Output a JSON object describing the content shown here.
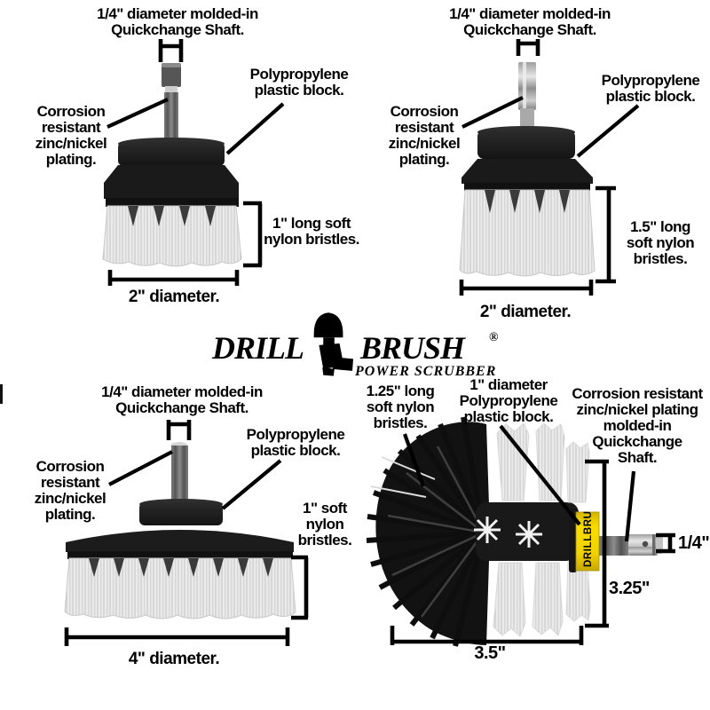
{
  "logo": {
    "word1": "DRILL",
    "word2": "BRUSH",
    "registered": "®",
    "tagline": "POWER SCRUBBER"
  },
  "icons": {
    "logo_drill": "drill-icon"
  },
  "brush1": {
    "label_shaft": "1/4\" diameter molded-in\nQuickchange Shaft.",
    "label_plating": "Corrosion\nresistant\nzinc/nickel\nplating.",
    "label_block": "Polypropylene\nplastic block.",
    "label_bristles": "1\" long soft\nnylon bristles.",
    "dim_diameter": "2\" diameter."
  },
  "brush2": {
    "label_shaft": "1/4\" diameter molded-in\nQuickchange Shaft.",
    "label_plating": "Corrosion\nresistant\nzinc/nickel\nplating.",
    "label_block": "Polypropylene\nplastic block.",
    "label_bristles": "1.5\" long\nsoft nylon\nbristles.",
    "dim_diameter": "2\" diameter."
  },
  "brush3": {
    "label_shaft": "1/4\" diameter molded-in\nQuickchange Shaft.",
    "label_plating": "Corrosion\nresistant\nzinc/nickel\nplating.",
    "label_block": "Polypropylene\nplastic block.",
    "label_bristles": "1\" soft\nnylon\nbristles.",
    "dim_diameter": "4\" diameter."
  },
  "brush4": {
    "label_bristles": "1.25\" long\nsoft nylon\nbristles.",
    "label_block": "1\" diameter\nPolypropylene\nplastic block.",
    "label_shaft": "Corrosion resistant\nzinc/nickel plating\nmolded-in\nQuickchange\nShaft.",
    "dim_shaft_diameter": "1/4\"",
    "dim_length": "3.25\"",
    "dim_width": "3.5\"",
    "band_text": "DRILLBRU"
  },
  "colors": {
    "background": "#ffffff",
    "annotation_text": "#000000",
    "plastic_block": "#1b1b1b",
    "bristle_white": "#ebebeb",
    "bristle_black": "#121212",
    "shaft_metal": "#a9a9a9",
    "band_yellow": "#f2d200"
  }
}
